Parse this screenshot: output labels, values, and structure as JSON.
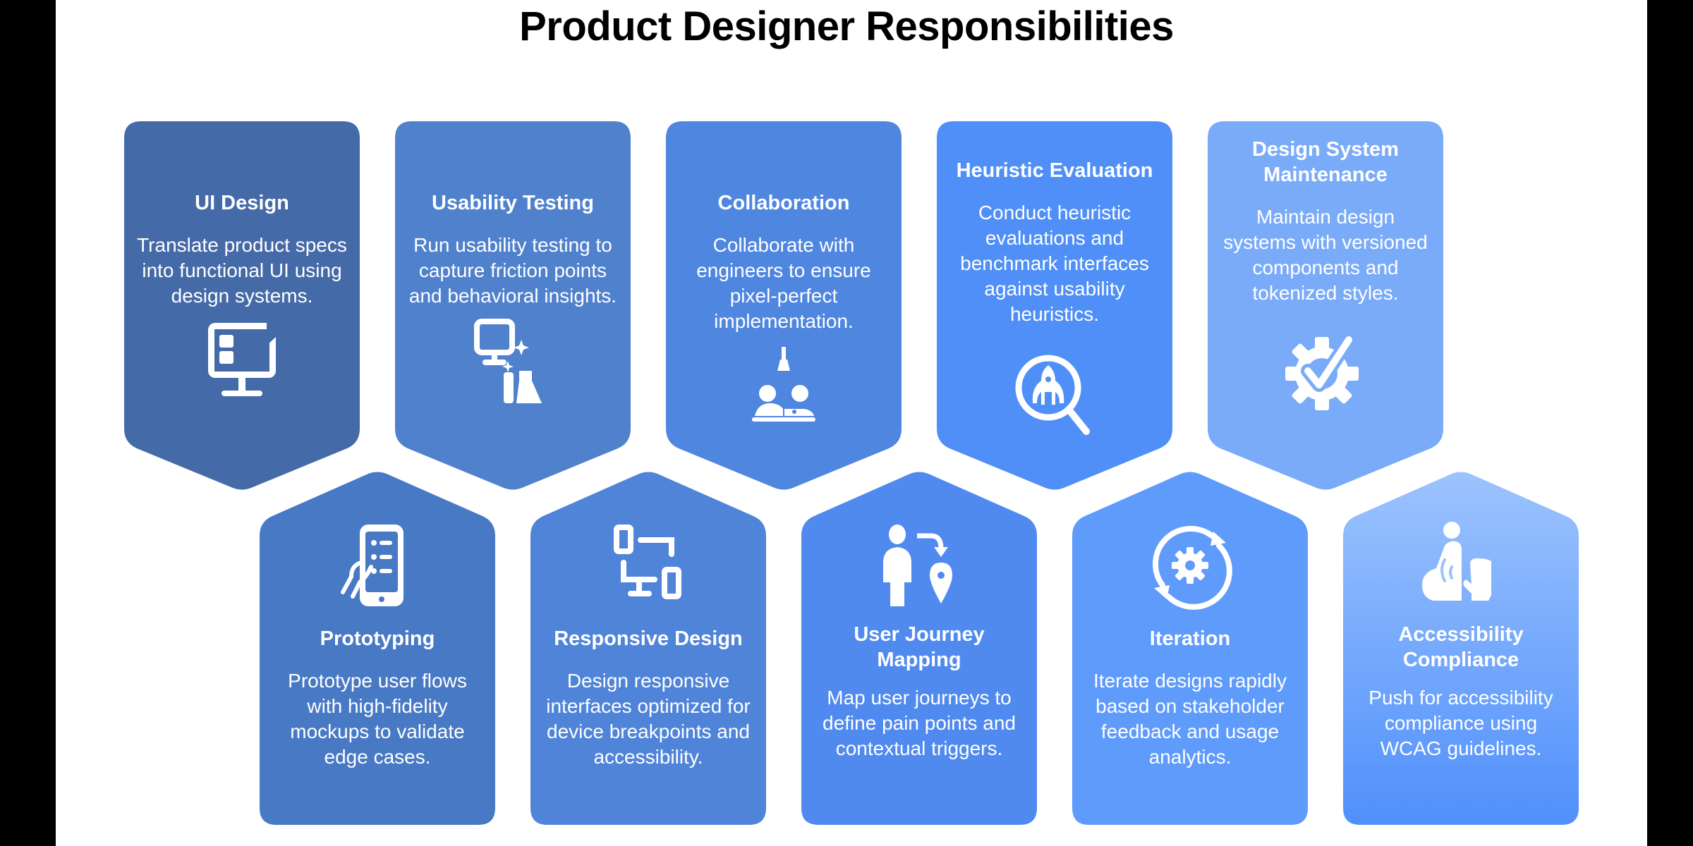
{
  "title": "Product Designer Responsibilities",
  "top_row": [
    {
      "heading": "UI Design",
      "text": "Translate product specs into functional UI using design systems.",
      "icon": "monitor-layout-icon",
      "color": "#456AA8"
    },
    {
      "heading": "Usability Testing",
      "text": "Run usability testing to capture friction points and behavioral insights.",
      "icon": "monitor-flask-icon",
      "color": "#5081CD"
    },
    {
      "heading": "Collaboration",
      "text": "Collaborate with engineers to ensure pixel-perfect implementation.",
      "icon": "team-laptop-icon",
      "color": "#4F86E0"
    },
    {
      "heading": "Heuristic Evaluation",
      "text": "Conduct heuristic evaluations and benchmark interfaces against usability heuristics.",
      "icon": "magnifier-bug-icon",
      "color": "#4F8FF7"
    },
    {
      "heading": "Design System Maintenance",
      "text": "Maintain design systems with versioned components and tokenized styles.",
      "icon": "gear-check-icon",
      "color": "#7AABF9"
    }
  ],
  "bottom_row": [
    {
      "heading": "Prototyping",
      "text": "Prototype user flows with high-fidelity mockups to validate edge cases.",
      "icon": "hand-phone-icon",
      "color": "#4879C4"
    },
    {
      "heading": "Responsive Design",
      "text": "Design responsive interfaces optimized for device breakpoints and accessibility.",
      "icon": "devices-icon",
      "color": "#4F84D9"
    },
    {
      "heading": "User Journey Mapping",
      "text": "Map user journeys to define pain points and contextual triggers.",
      "icon": "person-route-pin-icon",
      "color": "#508AEF"
    },
    {
      "heading": "Iteration",
      "text": "Iterate designs rapidly based on stakeholder feedback and usage analytics.",
      "icon": "cycle-gear-icon",
      "color": "#5E9BFB"
    },
    {
      "heading": "Accessibility Compliance",
      "text": "Push for accessibility compliance using WCAG guidelines.",
      "icon": "accessibility-touch-icon",
      "color": "#5090FC",
      "color_top": "#9CC3FD"
    }
  ]
}
